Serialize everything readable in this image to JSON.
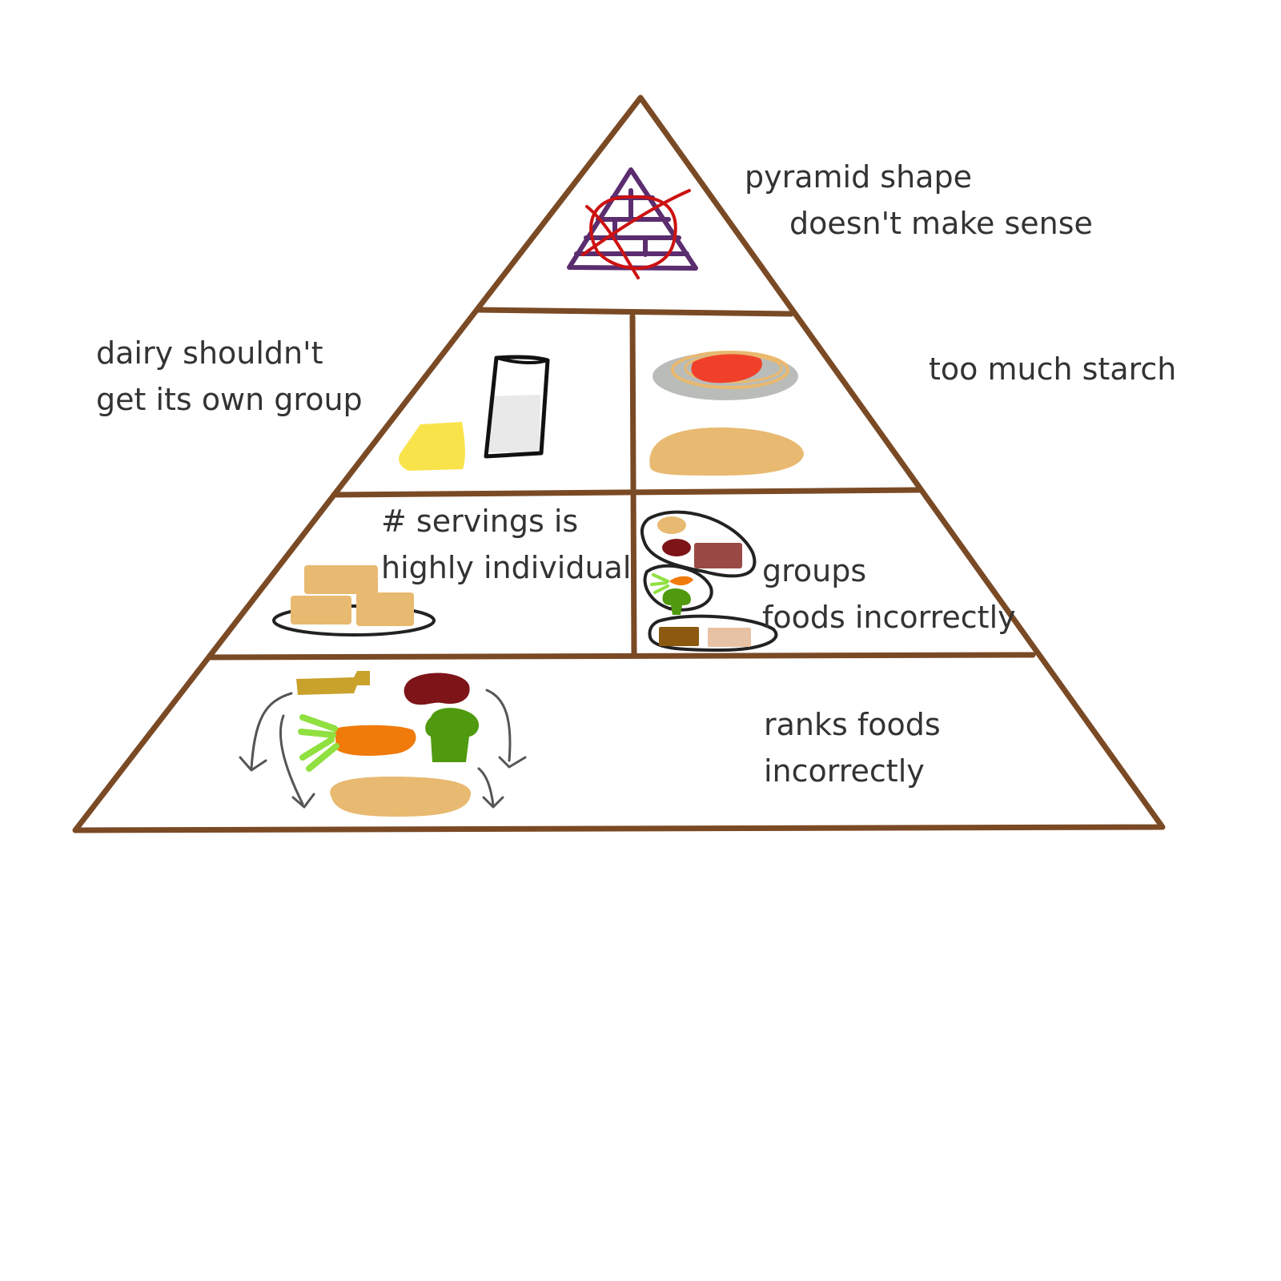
{
  "annotations": {
    "top": [
      "pyramid shape",
      "doesn't make sense"
    ],
    "dairy": [
      "dairy shouldn't",
      "get its own group"
    ],
    "starch": [
      "too much starch"
    ],
    "servings": [
      "# servings is",
      "highly individual"
    ],
    "groups": [
      "groups",
      "foods incorrectly"
    ],
    "ranks": [
      "ranks foods",
      "incorrectly"
    ]
  },
  "colors": {
    "pyramid_outline": "#7a4a25",
    "mini_pyramid": "#5b2d6e",
    "cross_out": "#cc1111",
    "butter": "#f9e34a",
    "milk_glass": "#e9e9e9",
    "plate": "#b9bcb8",
    "pasta": "#e9b96f",
    "sauce": "#f0402a",
    "bread": "#e8b970",
    "meat": "#9a4a45",
    "bean": "#7d1418",
    "carrot": "#f07a0a",
    "carrot_top": "#90e040",
    "broccoli": "#4f9a0e",
    "chocolate": "#8b5a10",
    "tofu": "#e8c2a4",
    "oil_bottle": "#c9a22c",
    "arrow": "#555555"
  },
  "icons": [
    "crossed-out-pyramid-icon",
    "butter-icon",
    "milk-glass-icon",
    "spaghetti-plate-icon",
    "bread-loaf-icon",
    "bread-slices-plate-icon",
    "regrouped-food-plates-icon",
    "mixed-food-ranking-icon"
  ]
}
